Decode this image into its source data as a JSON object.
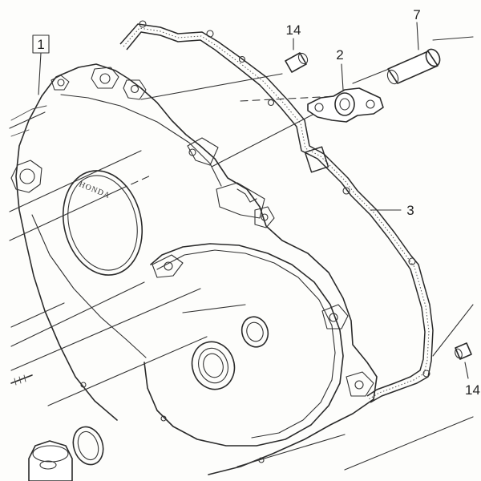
{
  "diagram": {
    "callouts": {
      "part_1": "1",
      "part_2": "2",
      "part_3": "3",
      "part_7": "7",
      "part_14_top": "14",
      "part_14_right": "14"
    },
    "cover_brand": "HONDA"
  }
}
